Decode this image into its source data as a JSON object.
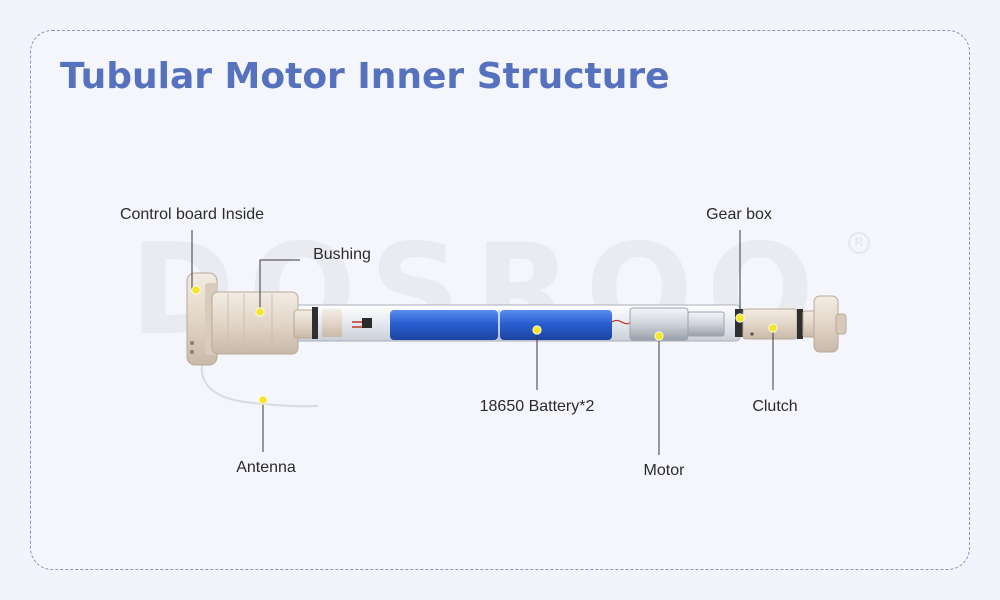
{
  "title": "Tubular Motor Inner Structure",
  "watermark": "DOSROO",
  "watermark_mark": "R",
  "colors": {
    "title": "#5671bd",
    "border": "#8a94c4",
    "dot": "#f5e62a",
    "leader": "#3a3a3a",
    "battery": "#2a5fd0"
  },
  "labels": {
    "control_board": "Control board Inside",
    "bushing": "Bushing",
    "gear_box": "Gear box",
    "battery": "18650 Battery*2",
    "clutch": "Clutch",
    "antenna": "Antenna",
    "motor": "Motor"
  }
}
